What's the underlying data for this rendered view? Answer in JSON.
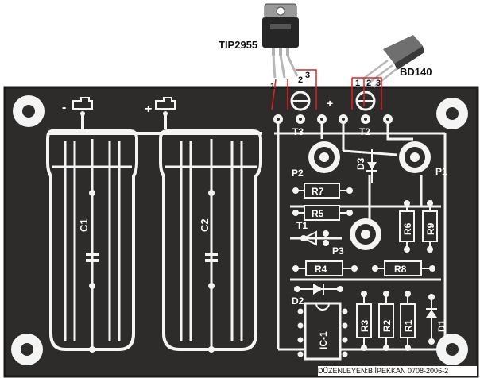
{
  "transistor_labels": {
    "tip2955": "TIP2955",
    "bd140": "BD140"
  },
  "pin_labels": {
    "t3_pin1": "1",
    "t3_pin2": "2",
    "t3_pin3": "3",
    "t2_pin1": "1",
    "t2_pin2": "2",
    "t2_pin3": "3"
  },
  "board": {
    "terminal_minus": "-",
    "terminal_plus": "+",
    "terminal_plus_out": "+",
    "c1": "C1",
    "c2": "C2",
    "t3": "T3",
    "t2": "T2",
    "t1": "T1",
    "p1": "P1",
    "p2": "P2",
    "p3": "P3",
    "d1": "D1",
    "d2": "D2",
    "d3": "D3",
    "r1": "R1",
    "r2": "R2",
    "r3": "R3",
    "r4": "R4",
    "r5": "R5",
    "r6": "R6",
    "r7": "R7",
    "r8": "R8",
    "r9": "R9",
    "ic1": "IC-1"
  },
  "credit": "DÜZENLEYEN:B.İPEKKAN 0708-2006-2",
  "colors": {
    "board": "#2e2c2b",
    "copper_trace": "#f4f4f4",
    "annotation": "#e02020"
  }
}
